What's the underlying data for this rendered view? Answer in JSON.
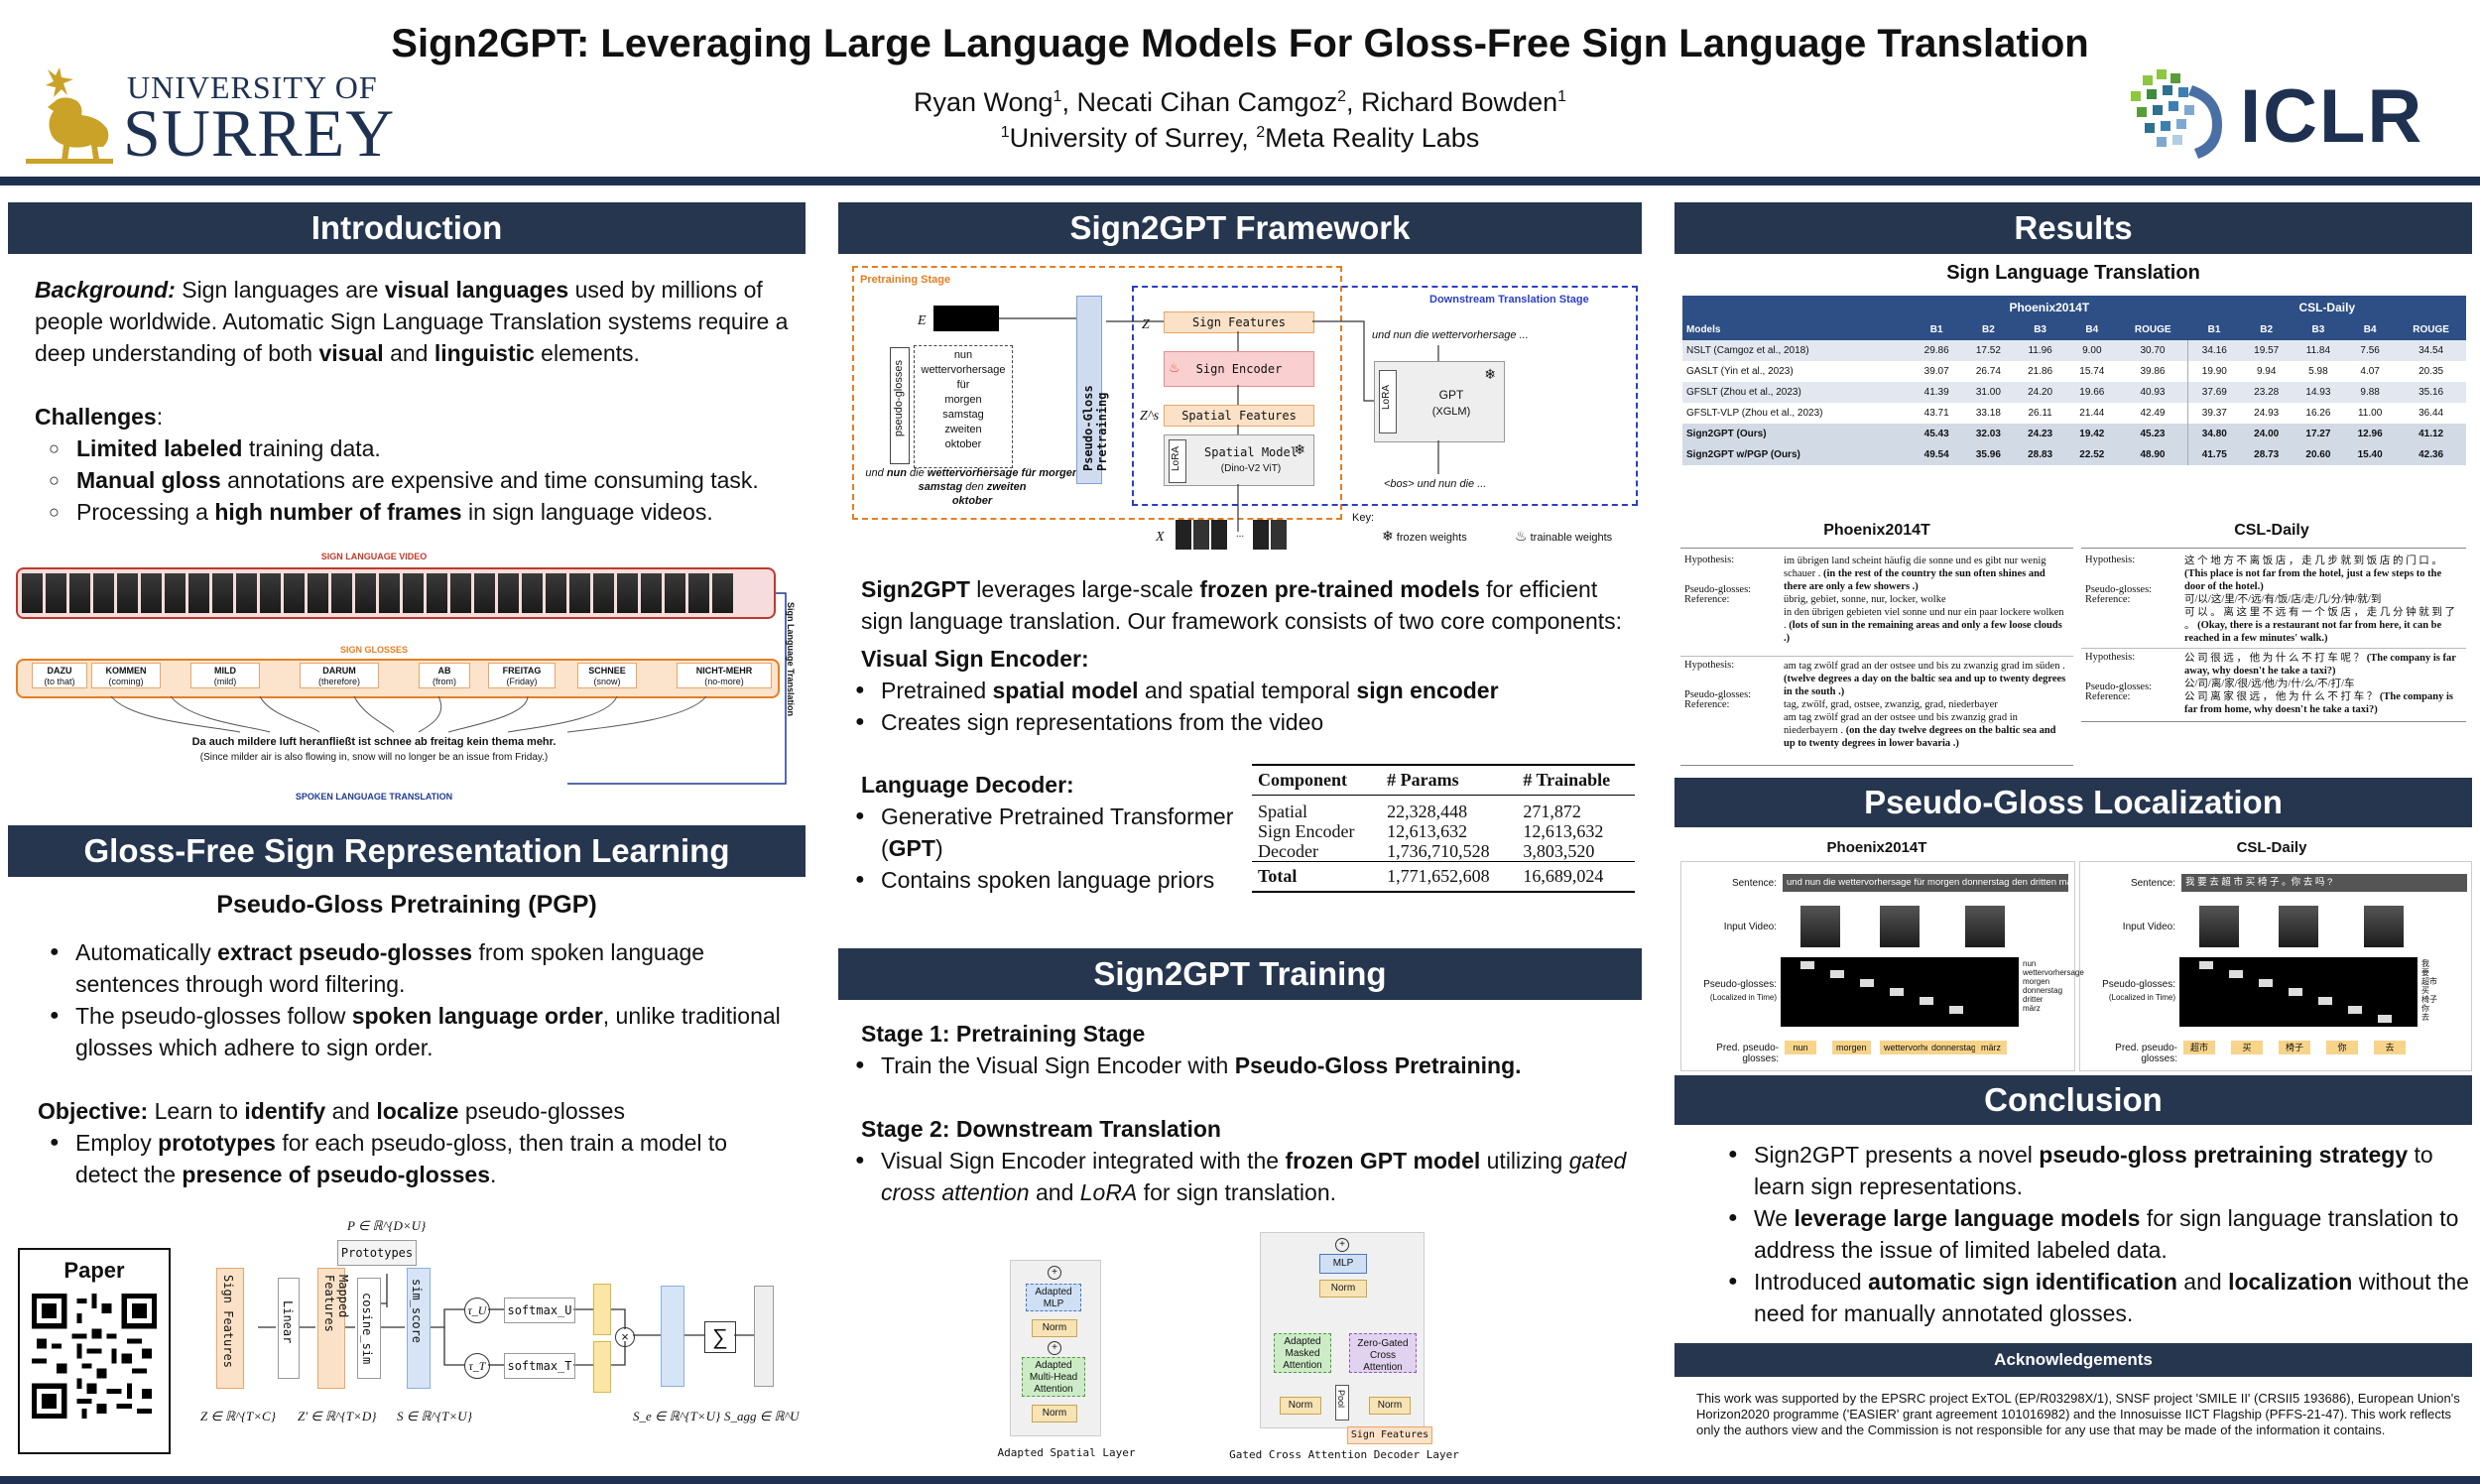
{
  "header": {
    "title": "Sign2GPT: Leveraging Large Language Models For Gloss-Free Sign Language Translation",
    "authors": [
      "Ryan Wong",
      "1",
      ", Necati Cihan Camgoz",
      "2",
      ", Richard Bowden",
      "1"
    ],
    "affil": [
      "1",
      "University of Surrey, ",
      "2",
      "Meta Reality Labs"
    ],
    "surrey_logo": [
      "UNIVERSITY OF",
      "SURREY"
    ],
    "iclr_logo": "ICLR"
  },
  "intro": {
    "title": "Introduction",
    "background_label": "Background:",
    "background_runs": [
      " Sign languages are ",
      "visual languages",
      " used by millions of people worldwide. Automatic Sign Language Translation systems require a deep understanding of both ",
      "visual",
      " and ",
      "linguistic",
      " elements."
    ],
    "challenges_label": "Challenges",
    "challenges": [
      [
        "Limited labeled",
        " training data."
      ],
      [
        "Manual gloss",
        " annotations are expensive and time consuming task."
      ],
      [
        "Processing a ",
        "high number of frames",
        " in sign language videos."
      ]
    ],
    "fig": {
      "video_label": "SIGN LANGUAGE VIDEO",
      "gloss_label": "SIGN GLOSSES",
      "side_label": "Sign Language Translation",
      "glosses": [
        [
          "DAZU",
          "(to that)"
        ],
        [
          "KOMMEN",
          "(coming)"
        ],
        [
          "MILD",
          "(mild)"
        ],
        [
          "DARUM",
          "(therefore)"
        ],
        [
          "AB",
          "(from)"
        ],
        [
          "FREITAG",
          "(Friday)"
        ],
        [
          "SCHNEE",
          "(snow)"
        ],
        [
          "NICHT-MEHR",
          "(no-more)"
        ]
      ],
      "sentence": "Da auch mildere luft heranfließt ist schnee ab freitag kein thema mehr.",
      "sentence_en": "(Since milder air is also flowing in, snow will no longer be an issue from Friday.)",
      "spoken_label": "SPOKEN LANGUAGE TRANSLATION"
    }
  },
  "gf": {
    "title": "Gloss-Free Sign Representation Learning",
    "subtitle": "Pseudo-Gloss Pretraining (PGP)",
    "b1": [
      "Automatically ",
      "extract pseudo-glosses",
      " from spoken language sentences through word filtering."
    ],
    "b2": [
      "The pseudo-glosses follow ",
      "spoken language order",
      ", unlike traditional glosses which adhere to sign order."
    ],
    "obj": [
      "Objective:",
      " Learn to ",
      "identify",
      " and ",
      "localize",
      " pseudo-glosses"
    ],
    "b3": [
      "Employ ",
      "prototypes",
      " for each pseudo-gloss, then train a model to detect the ",
      "presence of pseudo-glosses",
      "."
    ],
    "paper_label": "Paper",
    "diagram": {
      "p_label": "P ∈ ℝ^{D×U}",
      "prototypes": "Prototypes",
      "sign_features": "Sign Features",
      "linear": "Linear",
      "mapped": "Mapped Features",
      "cosine": "cosine_sim",
      "sim_score": "sim_score",
      "softmax_u": "softmax_U",
      "softmax_t": "softmax_T",
      "tau_u": "τ_U",
      "tau_t": "τ_T",
      "z_lbl": "Z ∈ ℝ^{T×C}",
      "zp_lbl": "Z' ∈ ℝ^{T×D}",
      "s_lbl": "S ∈ ℝ^{T×U}",
      "se_lbl": "S_e ∈ ℝ^{T×U}",
      "sagg_lbl": "S_agg ∈ ℝ^U"
    }
  },
  "fw": {
    "title": "Sign2GPT Framework",
    "pre_stage": "Pretraining Stage",
    "down_stage": "Downstream Translation Stage",
    "pgp": "Pseudo-Gloss Pretraining",
    "pseudo_glosses": "pseudo-glosses",
    "gloss_words": [
      "nun",
      "wettervorhersage",
      "für",
      "morgen",
      "samstag",
      "zweiten",
      "oktober"
    ],
    "sent_plain": [
      "und ",
      "nun",
      " die ",
      "wettervorhersage für morgen samstag",
      " den ",
      "zweiten",
      "oktober"
    ],
    "sign_features": "Sign Features",
    "sign_encoder": "Sign Encoder",
    "spatial_features": "Spatial Features",
    "spatial_model": "Spatial Model",
    "spatial_model_sub": "(Dino-V2 ViT)",
    "lora": "LoRA",
    "gpt": "GPT",
    "gpt_sub": "(XGLM)",
    "gpt_out": "und nun die wettervorhersage ...",
    "gpt_in": "<bos> und nun die ...",
    "key": "Key:",
    "frozen": "frozen weights",
    "trainable": "trainable weights",
    "e_lbl": "E",
    "z_lbl": "Z",
    "zs_lbl": "Z^s",
    "x_lbl": "X",
    "desc": [
      "Sign2GPT",
      " leverages large-scale ",
      "frozen pre-trained models",
      " for efficient sign language translation. Our framework consists of two core components:"
    ],
    "vse_title": "Visual Sign Encoder:",
    "vse": [
      [
        "Pretrained ",
        "spatial model",
        " and spatial temporal ",
        "sign encoder"
      ],
      [
        "Creates sign representations from the video"
      ]
    ],
    "ld_title": "Language Decoder:",
    "ld": [
      [
        "Generative Pretrained Transformer (",
        "GPT",
        ")"
      ],
      [
        "Contains spoken language priors"
      ]
    ],
    "params_table": {
      "headers": [
        "Component",
        "# Params",
        "# Trainable"
      ],
      "rows": [
        [
          "Spatial",
          "22,328,448",
          "271,872"
        ],
        [
          "Sign Encoder",
          "12,613,632",
          "12,613,632"
        ],
        [
          "Decoder",
          "1,736,710,528",
          "3,803,520"
        ]
      ],
      "total": [
        "Total",
        "1,771,652,608",
        "16,689,024"
      ]
    }
  },
  "train": {
    "title": "Sign2GPT Training",
    "s1_title": "Stage 1: Pretraining Stage",
    "s1": [
      "Train the Visual Sign Encoder with ",
      "Pseudo-Gloss Pretraining."
    ],
    "s2_title": "Stage 2: Downstream Translation",
    "s2": [
      "Visual Sign Encoder integrated with the ",
      "frozen GPT model",
      " utilizing ",
      "gated cross attention",
      " and ",
      "LoRA",
      " for sign translation."
    ],
    "d1": {
      "mlp": "Adapted MLP",
      "norm": "Norm",
      "mha": "Adapted Multi-Head Attention",
      "caption": "Adapted Spatial Layer"
    },
    "d2": {
      "mlp": "MLP",
      "norm": "Norm",
      "mask": "Adapted Masked Attention",
      "zero": "Zero-Gated Cross Attention",
      "norm2": "Norm",
      "norm3": "Norm",
      "pool": "Pool",
      "sf": "Sign Features",
      "caption": "Gated Cross Attention Decoder Layer"
    }
  },
  "results": {
    "title": "Results",
    "subtitle": "Sign Language Translation",
    "table": {
      "group1": "Phoenix2014T",
      "group2": "CSL-Daily",
      "headers": [
        "Models",
        "B1",
        "B2",
        "B3",
        "B4",
        "ROUGE",
        "B1",
        "B2",
        "B3",
        "B4",
        "ROUGE"
      ],
      "rows": [
        [
          "NSLT (Camgoz et al., 2018)",
          "29.86",
          "17.52",
          "11.96",
          "9.00",
          "30.70",
          "34.16",
          "19.57",
          "11.84",
          "7.56",
          "34.54"
        ],
        [
          "GASLT (Yin et al., 2023)",
          "39.07",
          "26.74",
          "21.86",
          "15.74",
          "39.86",
          "19.90",
          "9.94",
          "5.98",
          "4.07",
          "20.35"
        ],
        [
          "GFSLT (Zhou et al., 2023)",
          "41.39",
          "31.00",
          "24.20",
          "19.66",
          "40.93",
          "37.69",
          "23.28",
          "14.93",
          "9.88",
          "35.16"
        ],
        [
          "GFSLT-VLP (Zhou et al., 2023)",
          "43.71",
          "33.18",
          "26.11",
          "21.44",
          "42.49",
          "39.37",
          "24.93",
          "16.26",
          "11.00",
          "36.44"
        ],
        [
          "Sign2GPT (Ours)",
          "45.43",
          "32.03",
          "24.23",
          "19.42",
          "45.23",
          "34.80",
          "24.00",
          "17.27",
          "12.96",
          "41.12"
        ],
        [
          "Sign2GPT w/PGP (Ours)",
          "49.54",
          "35.96",
          "28.83",
          "22.52",
          "48.90",
          "41.75",
          "28.73",
          "20.60",
          "15.40",
          "42.36"
        ]
      ]
    },
    "qual_title_1": "Phoenix2014T",
    "qual_title_2": "CSL-Daily",
    "q_labels": [
      "Hypothesis:",
      "Pseudo-glosses:",
      "Reference:"
    ],
    "qp1": {
      "hyp": "im übrigen land scheint häufig die sonne und es gibt nur wenig schauer .",
      "hyp_en": "(in the rest of the country the sun often shines and there are only a few showers .)",
      "pg": "übrig, gebiet, sonne, nur, locker, wolke",
      "ref": "in den übrigen gebieten viel sonne und nur ein paar lockere wolken .",
      "ref_en": "(lots of sun in the remaining areas and only a few loose clouds .)"
    },
    "qp2": {
      "hyp": "am tag zwölf grad an der ostsee und bis zu zwanzig grad im süden .",
      "hyp_en": "(twelve degrees a day on the baltic sea and up to twenty degrees in the south .)",
      "pg": "tag, zwölf, grad, ostsee, zwanzig, grad, niederbayer",
      "ref": "am tag zwölf grad an der ostsee und bis zwanzig grad in niederbayern .",
      "ref_en": "(on the day twelve degrees on the baltic sea and up to twenty degrees in lower bavaria .)"
    },
    "qc1": {
      "hyp": "这 个 地 方 不 离 饭 店 ， 走 几 步 就 到 饭 店 的 门 口 。",
      "hyp_en": "(This place is not far from the hotel, just a few steps to the door of the hotel.)",
      "pg": "可/以/这/里/不/远/有/饭/店/走/几/分/钟/就/到",
      "ref": "可 以 。 离 这 里 不 远 有 一 个 饭 店 ， 走 几 分 钟 就 到 了 。",
      "ref_en": "(Okay, there is a restaurant not far from here, it can be reached in a few minutes' walk.)"
    },
    "qc2": {
      "hyp": "公 司 很 远 ， 他 为 什 么 不 打 车 呢 ？",
      "hyp_en": "(The company is far away, why doesn't he take a taxi?)",
      "pg": "公/司/离/家/很/远/他/为/什/么/不/打/车",
      "ref": "公 司 离 家 很 远 ， 他 为 什 么 不 打 车 ？",
      "ref_en": "(The company is far from home, why doesn't he take a taxi?)"
    }
  },
  "pgl": {
    "title": "Pseudo-Gloss Localization",
    "p_title": "Phoenix2014T",
    "c_title": "CSL-Daily",
    "sentence_lbl": "Sentence:",
    "p_sentence": "und nun die wettervorhersage für morgen donnerstag den dritten märz",
    "c_sentence": "我 要 去 超 市 买 椅 子 。你 去 吗 ?",
    "input_lbl": "Input Video:",
    "pg_lbl": "Pseudo-glosses:",
    "pg_sub": "(Localized in Time)",
    "pred_lbl": "Pred. pseudo-glosses:",
    "p_rows": [
      "nun",
      "wettervorhersage",
      "morgen",
      "donnerstag",
      "dritter",
      "märz"
    ],
    "c_rows": [
      "我",
      "要",
      "超市",
      "买",
      "椅子",
      "你",
      "去"
    ],
    "p_pred": [
      "nun",
      "morgen",
      "wettervorhersage",
      "donnerstag",
      "märz"
    ],
    "c_pred": [
      "超市",
      "买",
      "椅子",
      "你",
      "去"
    ]
  },
  "concl": {
    "title": "Conclusion",
    "items": [
      [
        "Sign2GPT presents a novel ",
        "pseudo-gloss pretraining strategy",
        " to learn sign representations."
      ],
      [
        "We ",
        "leverage large language models",
        " for sign language translation to address the issue of limited labeled data."
      ],
      [
        "Introduced ",
        "automatic sign identification",
        " and ",
        "localization",
        " without the need for manually annotated glosses."
      ]
    ],
    "ack_title": "Acknowledgements",
    "ack_text": "This work was supported by the EPSRC project ExTOL (EP/R03298X/1), SNSF project 'SMILE II' (CRSII5 193686), European Union's Horizon2020 programme ('EASIER' grant agreement 101016982) and the Innosuisse IICT Flagship (PFFS-21-47). This work reflects only the authors view and the Commission is not responsible for any use that may be made of the information it contains."
  }
}
